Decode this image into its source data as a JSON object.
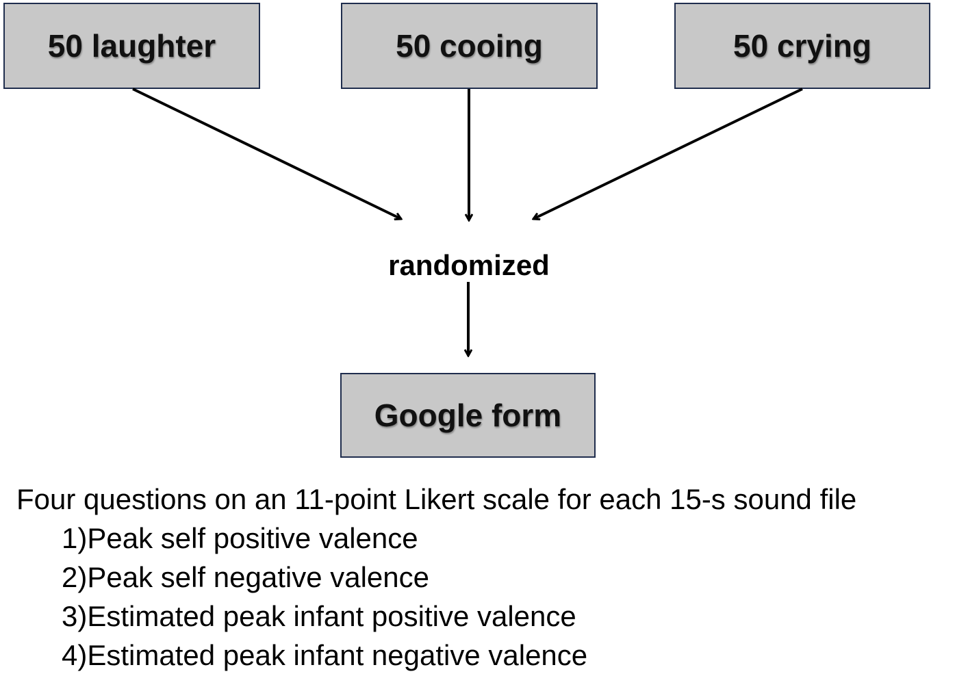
{
  "boxes": {
    "laughter": "50 laughter",
    "cooing": "50 cooing",
    "crying": "50 crying",
    "google_form": "Google form"
  },
  "middle_label": "randomized",
  "questions": {
    "heading": "Four questions on an 11-point Likert scale for each 15-s sound file",
    "items": [
      "1)Peak self positive valence",
      "2)Peak self negative valence",
      "3)Estimated peak infant positive valence",
      "4)Estimated peak infant negative valence"
    ]
  },
  "colors": {
    "box_fill": "#c8c8c8",
    "box_border": "#1f2d4d",
    "arrow": "#000000",
    "text": "#000000"
  }
}
